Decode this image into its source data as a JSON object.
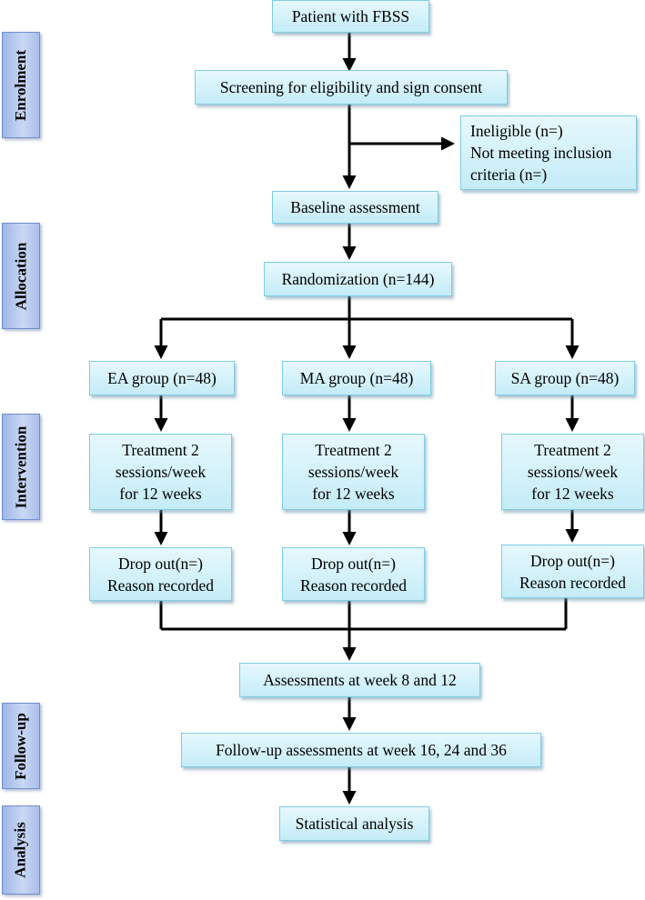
{
  "stages": {
    "enrolment": "Enrolment",
    "allocation": "Allocation",
    "intervention": "Intervention",
    "follow_up": "Follow-up",
    "analysis": "Analysis"
  },
  "nodes": {
    "patient": "Patient with FBSS",
    "screening": "Screening for eligibility and sign consent",
    "ineligible": [
      "Ineligible (n=)",
      "Not meeting inclusion",
      "criteria (n=)"
    ],
    "baseline": "Baseline assessment",
    "randomization": "Randomization (n=144)",
    "groups": [
      {
        "name": "EA group (n=48)",
        "treatment": [
          "Treatment 2",
          "sessions/week",
          "for 12 weeks"
        ],
        "dropout": [
          "Drop out(n=)",
          "Reason recorded"
        ]
      },
      {
        "name": "MA group (n=48)",
        "treatment": [
          "Treatment 2",
          "sessions/week",
          "for 12 weeks"
        ],
        "dropout": [
          "Drop out(n=)",
          "Reason recorded"
        ]
      },
      {
        "name": "SA group (n=48)",
        "treatment": [
          "Treatment 2",
          "sessions/week",
          "for 12 weeks"
        ],
        "dropout": [
          "Drop out(n=)",
          "Reason recorded"
        ]
      }
    ],
    "assessments": "Assessments at week 8 and 12",
    "followup": "Follow-up assessments at week  16, 24 and 36",
    "analysis": "Statistical analysis"
  }
}
